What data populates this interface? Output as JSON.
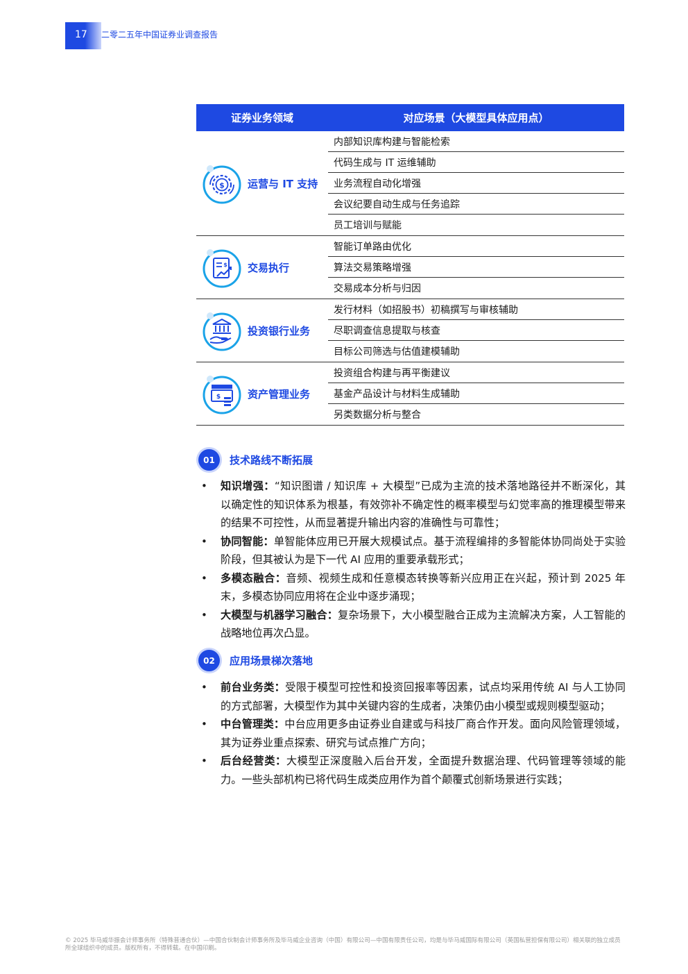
{
  "header": {
    "page_number": "17",
    "title": "二零二五年中国证券业调查报告"
  },
  "table": {
    "col1": "证券业务领域",
    "col2": "对应场景（大模型具体应用点）",
    "groups": [
      {
        "name": "运营与 IT 支持",
        "icon": "gear-dollar-icon",
        "items": [
          "内部知识库构建与智能检索",
          "代码生成与 IT 运维辅助",
          "业务流程自动化增强",
          "会议纪要自动生成与任务追踪",
          "员工培训与赋能"
        ]
      },
      {
        "name": "交易执行",
        "icon": "document-chart-icon",
        "items": [
          "智能订单路由优化",
          "算法交易策略增强",
          "交易成本分析与归因"
        ]
      },
      {
        "name": "投资银行业务",
        "icon": "bank-hand-icon",
        "items": [
          "发行材料（如招股书）初稿撰写与审核辅助",
          "尽职调查信息提取与核查",
          "目标公司筛选与估值建模辅助"
        ]
      },
      {
        "name": "资产管理业务",
        "icon": "money-stack-icon",
        "items": [
          "投资组合构建与再平衡建议",
          "基金产品设计与材料生成辅助",
          "另类数据分析与整合"
        ]
      }
    ]
  },
  "section1": {
    "number": "01",
    "title": "技术路线不断拓展",
    "bullets": [
      {
        "label": "知识增强：",
        "text": "“知识图谱 / 知识库 + 大模型”已成为主流的技术落地路径并不断深化，其以确定性的知识体系为根基，有效弥补不确定性的概率模型与幻觉率高的推理模型带来的结果不可控性，从而显著提升输出内容的准确性与可靠性；"
      },
      {
        "label": "协同智能：",
        "text": "单智能体应用已开展大规模试点。基于流程编排的多智能体协同尚处于实验阶段，但其被认为是下一代 AI 应用的重要承载形式；"
      },
      {
        "label": "多模态融合：",
        "text": "音频、视频生成和任意模态转换等新兴应用正在兴起，预计到 2025 年末，多模态协同应用将在企业中逐步涌现；"
      },
      {
        "label": "大模型与机器学习融合：",
        "text": "复杂场景下，大小模型融合正成为主流解决方案，人工智能的战略地位再次凸显。"
      }
    ]
  },
  "section2": {
    "number": "02",
    "title": "应用场景梯次落地",
    "bullets": [
      {
        "label": "前台业务类：",
        "text": "受限于模型可控性和投资回报率等因素，试点均采用传统 AI 与人工协同的方式部署，大模型作为其中关键内容的生成者，决策仍由小模型或规则模型驱动；"
      },
      {
        "label": "中台管理类：",
        "text": "中台应用更多由证券业自建或与科技厂商合作开发。面向风险管理领域，其为证券业重点探索、研究与试点推广方向；"
      },
      {
        "label": "后台经营类：",
        "text": "大模型正深度融入后台开发，全面提升数据治理、代码管理等领域的能力。一些头部机构已将代码生成类应用作为首个颠覆式创新场景进行实践；"
      }
    ]
  },
  "footer": "© 2025 毕马威华振会计师事务所（特殊普通合伙）—中国合伙制会计师事务所及毕马威企业咨询（中国）有限公司—中国有限责任公司，均是与毕马威国际有限公司（英国私营担保有限公司）相关联的独立成员所全球组织中的成员。版权所有，不得转载。在中国印刷。",
  "colors": {
    "accent": "#1e49e2",
    "icon_cyan": "#1aa3e8"
  }
}
